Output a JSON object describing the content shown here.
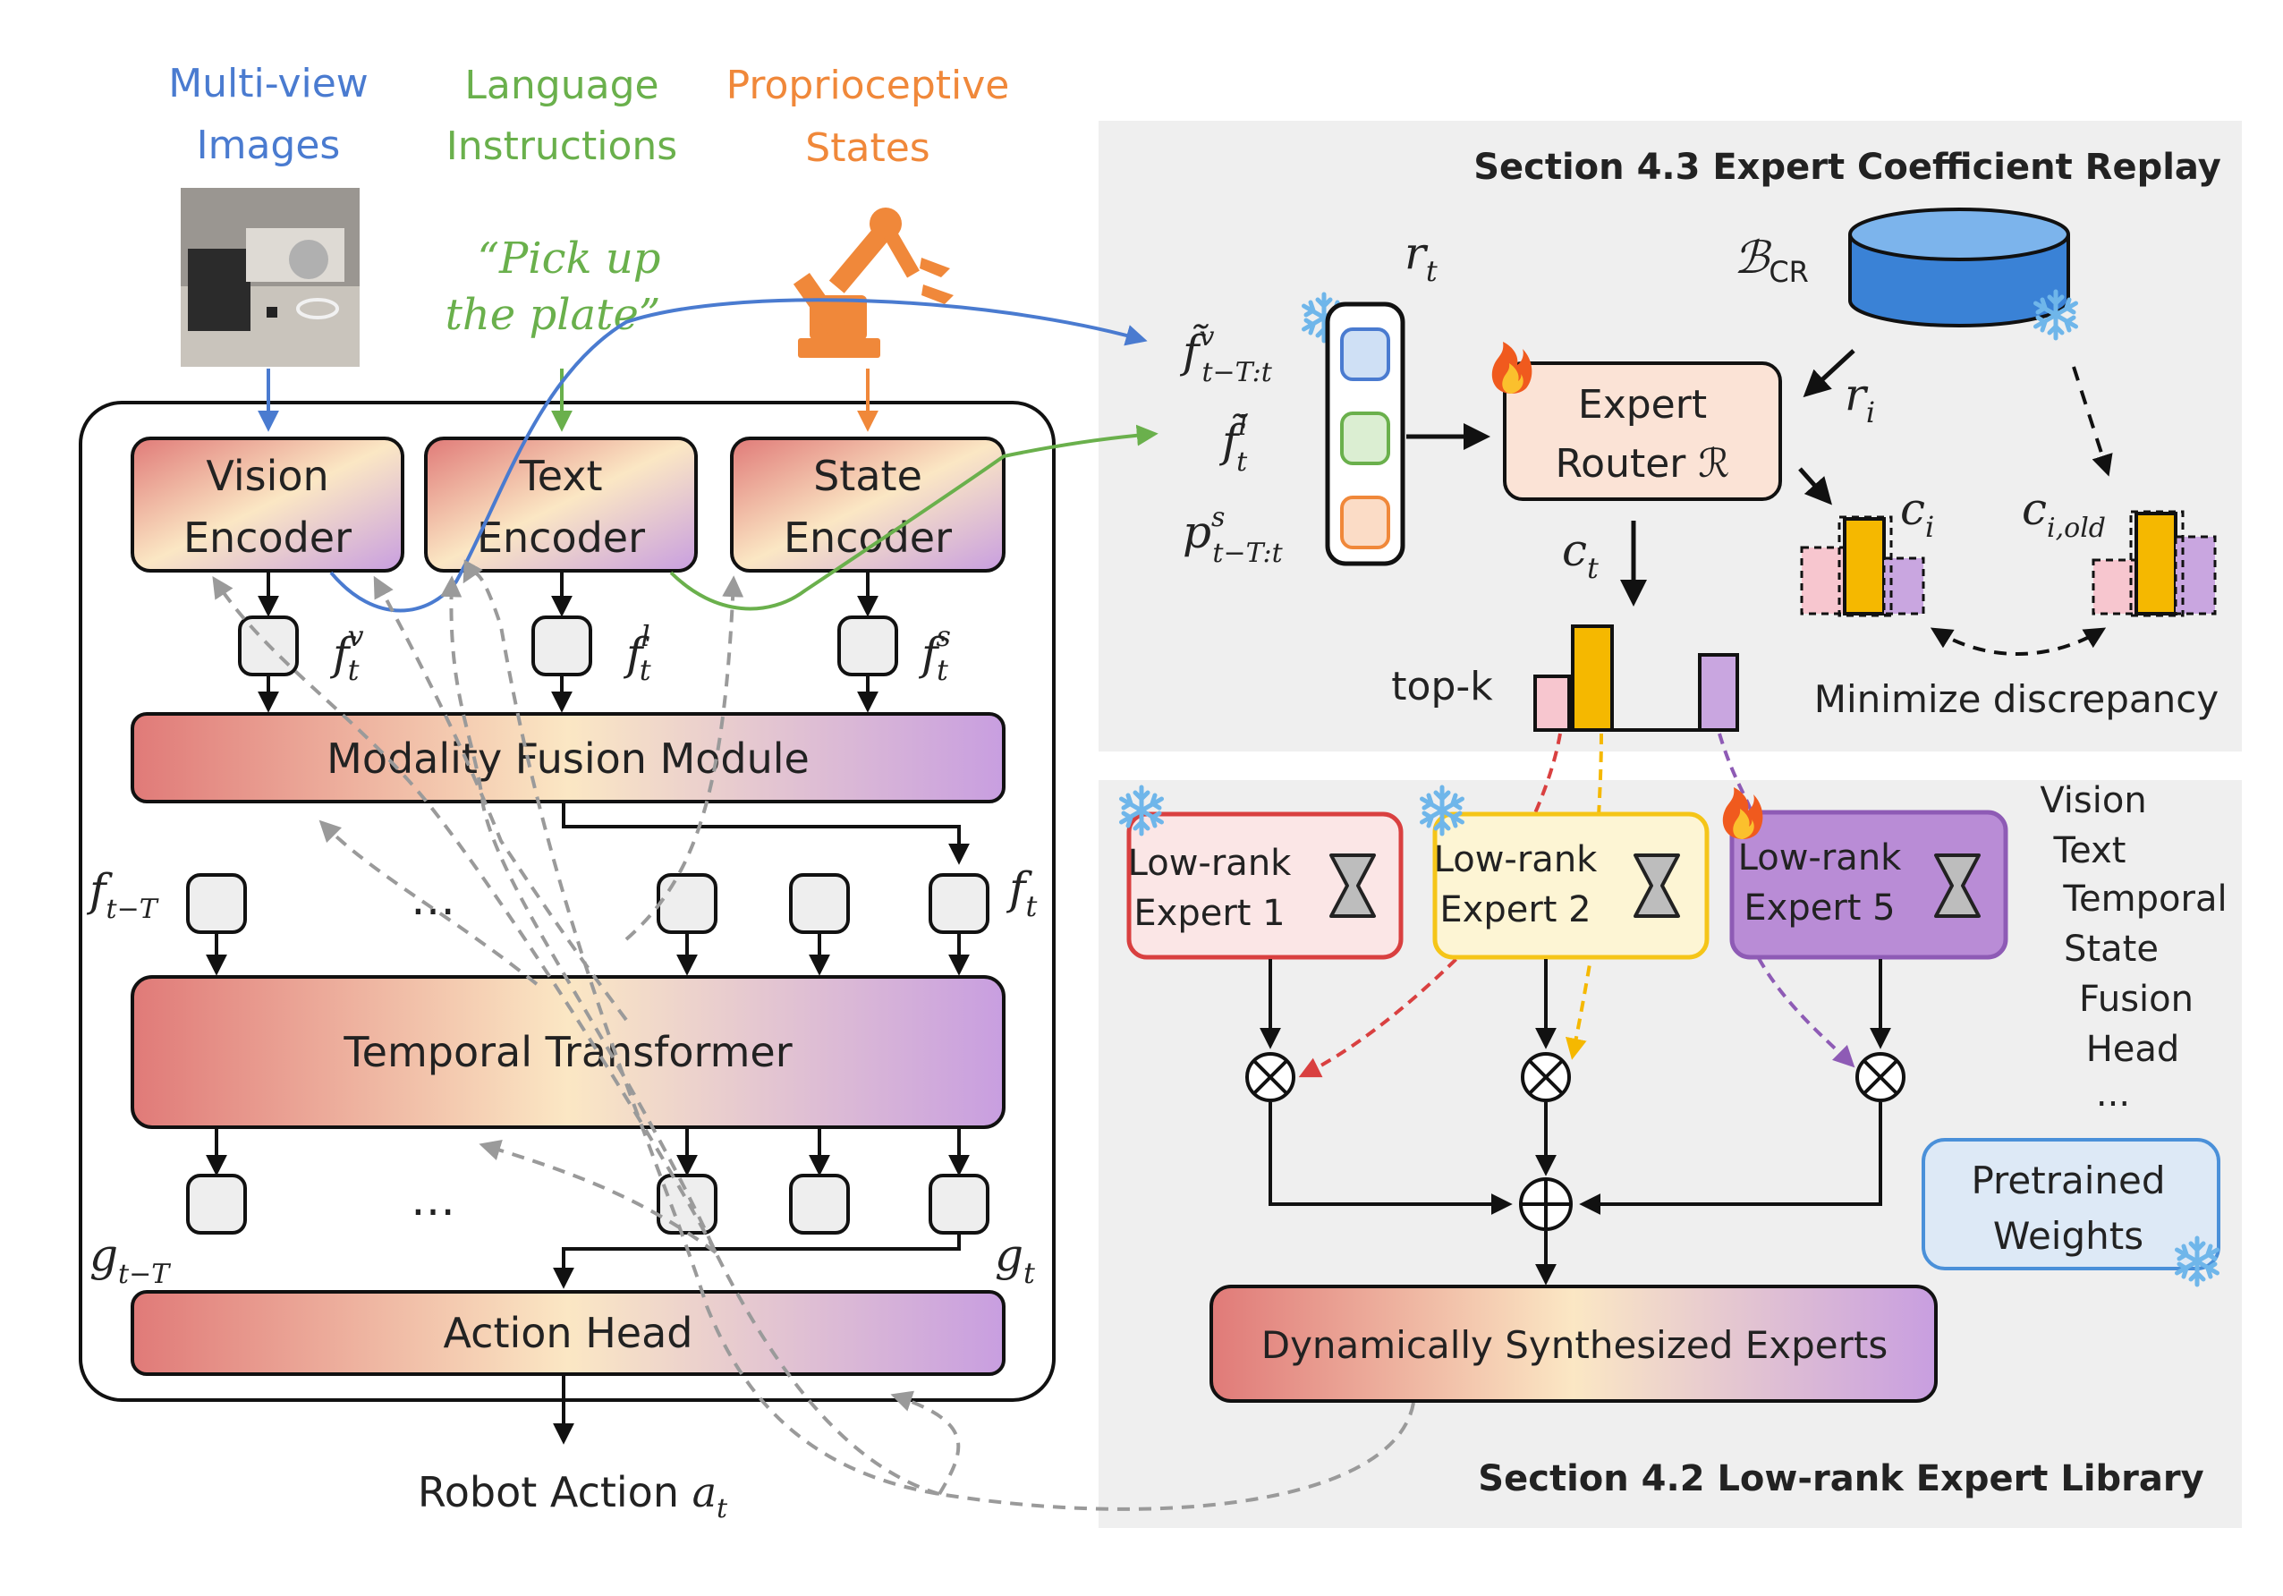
{
  "inputs": {
    "multiview_line1": "Multi-view",
    "multiview_line2": "Images",
    "language_line1": "Language",
    "language_line2": "Instructions",
    "proprio_line1": "Proprioceptive",
    "proprio_line2": "States",
    "instruction_line1": "“Pick up",
    "instruction_line2": "the plate”"
  },
  "encoders": {
    "vision_line1": "Vision",
    "vision_line2": "Encoder",
    "text_line1": "Text",
    "text_line2": "Encoder",
    "state_line1": "State",
    "state_line2": "Encoder"
  },
  "features": {
    "fv": "f",
    "fv_sup": "v",
    "fv_sub": "t",
    "fl": "f",
    "fl_sup": "l",
    "fl_sub": "t",
    "fs": "f",
    "fs_sup": "s",
    "fs_sub": "t",
    "f_t_minus_T": "f",
    "f_t_minus_T_sub": "t−T",
    "ft": "f",
    "ft_sub": "t",
    "dots": "…",
    "g_t_minus_T": "g",
    "g_t_minus_T_sub": "t−T",
    "gt": "g",
    "gt_sub": "t"
  },
  "modules": {
    "fusion": "Modality Fusion Module",
    "temporal": "Temporal Transformer",
    "action_head": "Action Head",
    "robot_action": "Robot Action ",
    "robot_action_var": "a",
    "robot_action_sub": "t"
  },
  "section43": {
    "title": "Section 4.3 Expert Coefficient Replay",
    "rt": "r",
    "rt_sub": "t",
    "buffer": "ℬ",
    "buffer_sub": "CR",
    "ri": "r",
    "ri_sub": "i",
    "fv_tilde": "f̃",
    "fv_tilde_sup": "v",
    "fv_tilde_sub": "t−T:t",
    "fl_tilde": "f̃",
    "fl_tilde_sup": "l",
    "fl_tilde_sub": "t",
    "ps": "p",
    "ps_sup": "s",
    "ps_sub": "t−T:t",
    "router_line1": "Expert",
    "router_line2": "Router ℛ",
    "ct": "c",
    "ct_sub": "t",
    "topk": "top-k",
    "ci": "c",
    "ci_sub": "i",
    "ci_old": "c",
    "ci_old_sub": "i,old",
    "minimize": "Minimize discrepancy"
  },
  "section42": {
    "title": "Section 4.2 Low-rank Expert Library",
    "expert1_line1": "Low-rank",
    "expert1_line2": "Expert 1",
    "expert2_line1": "Low-rank",
    "expert2_line2": "Expert 2",
    "expert5_line1": "Low-rank",
    "expert5_line2": "Expert 5",
    "experts_list": [
      "Vision",
      "Text",
      "Temporal",
      "State",
      "Fusion",
      "Head",
      "..."
    ],
    "pretrained_line1": "Pretrained",
    "pretrained_line2": "Weights",
    "synth": "Dynamically Synthesized Experts"
  },
  "colors": {
    "blue": "#4a7bd0",
    "green": "#6ab04c",
    "orange": "#f0883a",
    "red_expert": "#d94040",
    "yellow_expert": "#f5c518",
    "purple_expert": "#8e5bb5",
    "panel_bg": "#efefef",
    "pink_bar": "#f7c6cf",
    "gold_bar": "#f5b800",
    "purple_bar": "#c9a6e0"
  },
  "icons": {
    "snowflake": "snowflake-icon",
    "fire": "fire-icon",
    "robot_arm": "robot-arm-icon",
    "database": "database-icon",
    "hourglass": "hourglass-icon"
  }
}
